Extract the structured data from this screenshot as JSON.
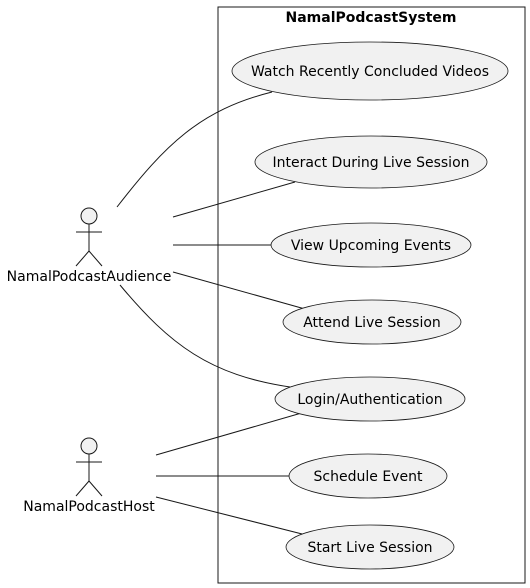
{
  "system": {
    "title": "NamalPodcastSystem"
  },
  "actors": [
    {
      "id": "audience",
      "name": "NamalPodcastAudience"
    },
    {
      "id": "host",
      "name": "NamalPodcastHost"
    }
  ],
  "use_cases": [
    {
      "id": "watch",
      "label": "Watch Recently Concluded Videos"
    },
    {
      "id": "interact",
      "label": "Interact During Live Session"
    },
    {
      "id": "view",
      "label": "View Upcoming Events"
    },
    {
      "id": "attend",
      "label": "Attend Live Session"
    },
    {
      "id": "login",
      "label": "Login/Authentication"
    },
    {
      "id": "schedule",
      "label": "Schedule Event"
    },
    {
      "id": "start",
      "label": "Start Live Session"
    }
  ],
  "associations": [
    {
      "from": "audience",
      "to": "watch"
    },
    {
      "from": "audience",
      "to": "interact"
    },
    {
      "from": "audience",
      "to": "view"
    },
    {
      "from": "audience",
      "to": "attend"
    },
    {
      "from": "audience",
      "to": "login"
    },
    {
      "from": "host",
      "to": "login"
    },
    {
      "from": "host",
      "to": "schedule"
    },
    {
      "from": "host",
      "to": "start"
    }
  ],
  "colors": {
    "usecase_fill": "#f1f1f1",
    "stroke": "#181818",
    "background": "#ffffff"
  }
}
